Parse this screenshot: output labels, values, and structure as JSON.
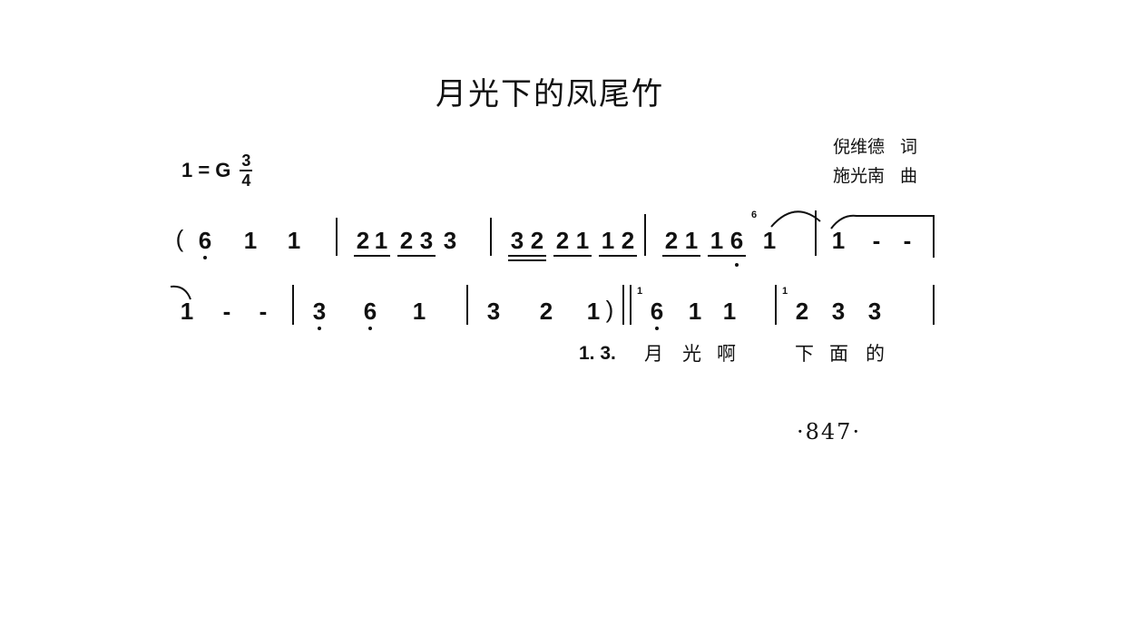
{
  "song": {
    "title": "月光下的凤尾竹",
    "lyricist": "倪维德",
    "lyricist_role": "词",
    "composer": "施光南",
    "composer_role": "曲",
    "key": "1 = G",
    "time_numerator": "3",
    "time_denominator": "4"
  },
  "line1": {
    "paren_open": "(",
    "notes": [
      "6",
      "1",
      "1",
      "2",
      "1",
      "2",
      "3",
      "3",
      "3",
      "2",
      "2",
      "1",
      "1",
      "2",
      "2",
      "1",
      "1",
      "6",
      "1",
      "1",
      "-",
      "-"
    ],
    "grace_note": "6"
  },
  "line2": {
    "notes": [
      "1",
      "-",
      "-",
      "3",
      "6",
      "1",
      "3",
      "2",
      "1",
      "6",
      "1",
      "1",
      "2",
      "3",
      "3"
    ],
    "paren_close": ")",
    "grace_notes": [
      "1",
      "1"
    ]
  },
  "lyrics": {
    "verse_label": "1. 3.",
    "words": [
      "月",
      "光",
      "啊",
      "下",
      "面",
      "的"
    ]
  },
  "page_number": "·847·"
}
